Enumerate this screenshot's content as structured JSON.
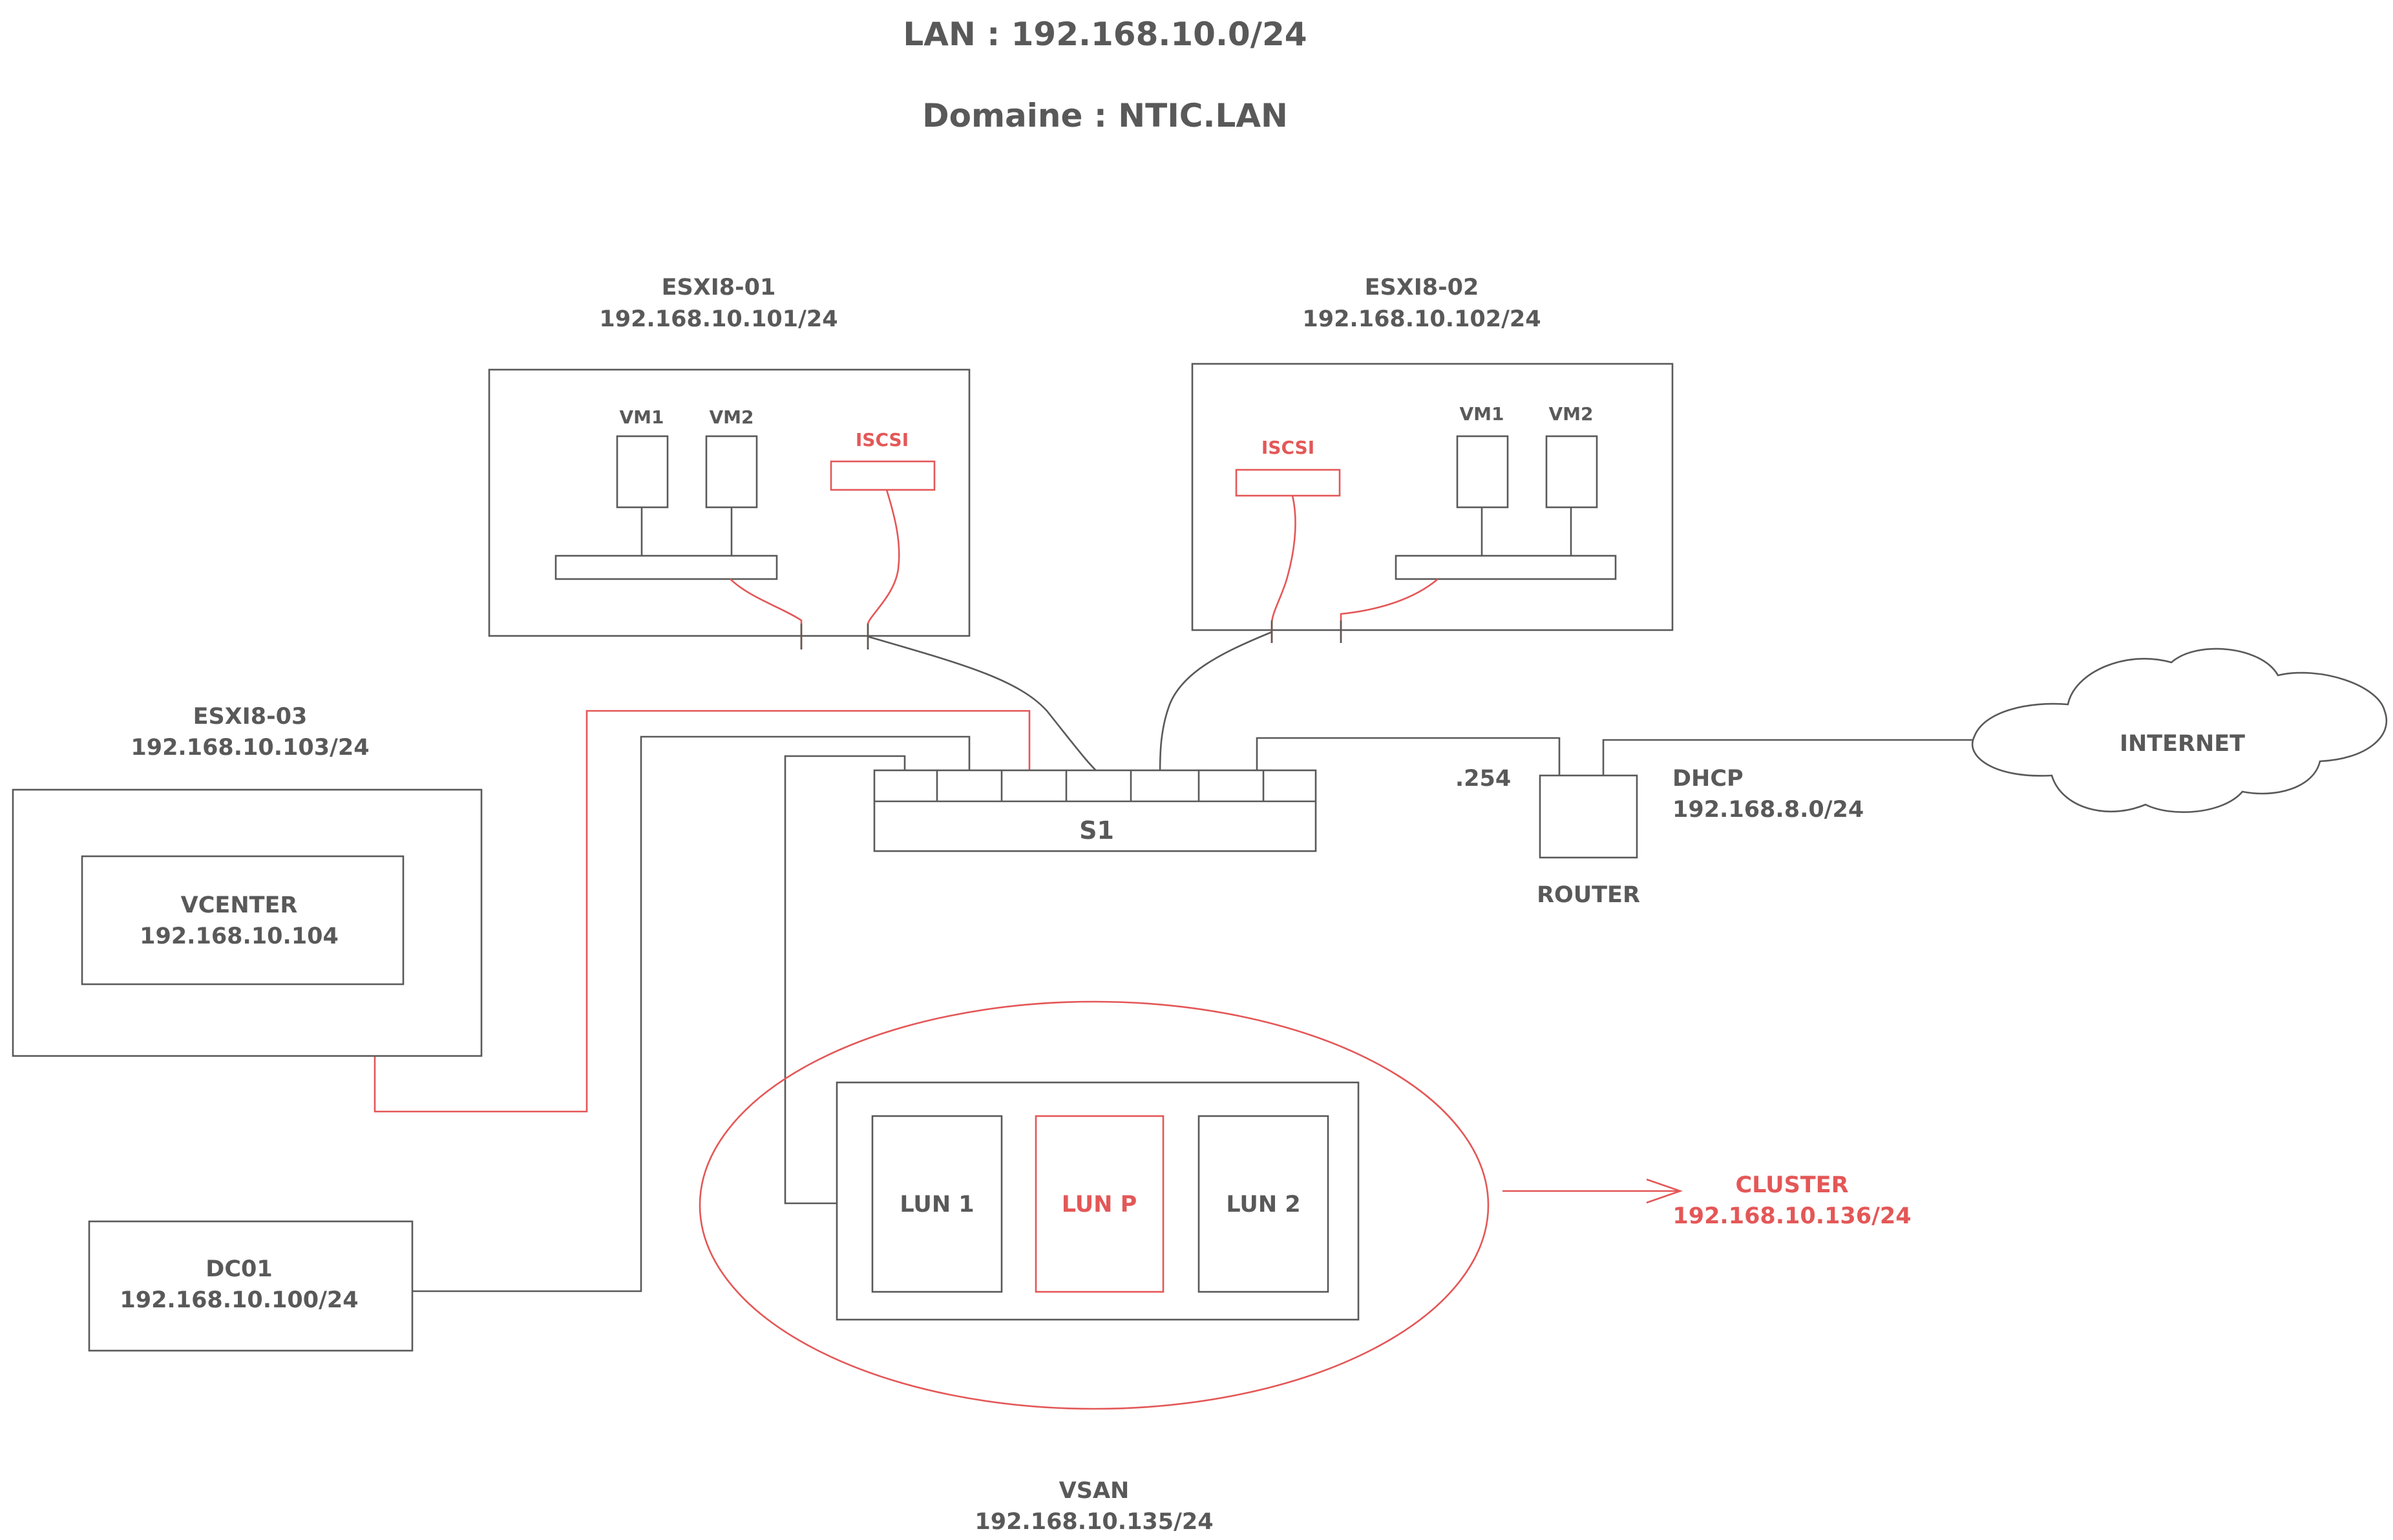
{
  "header": {
    "lan": "LAN : 192.168.10.0/24",
    "domain": "Domaine : NTIC.LAN"
  },
  "colors": {
    "line": "#595959",
    "accent": "#e45757",
    "background": "#ffffff"
  },
  "esxi01": {
    "name": "ESXI8-01",
    "ip": "192.168.10.101/24",
    "vm1": "VM1",
    "vm2": "VM2",
    "iscsi": "ISCSI"
  },
  "esxi02": {
    "name": "ESXI8-02",
    "ip": "192.168.10.102/24",
    "vm1": "VM1",
    "vm2": "VM2",
    "iscsi": "ISCSI"
  },
  "esxi03": {
    "name": "ESXI8-03",
    "ip": "192.168.10.103/24"
  },
  "vcenter": {
    "name": "VCENTER",
    "ip": "192.168.10.104"
  },
  "dc01": {
    "name": "DC01",
    "ip": "192.168.10.100/24"
  },
  "switch": {
    "name": "S1"
  },
  "router": {
    "name": "ROUTER",
    "gateway": ".254",
    "dhcp_label": "DHCP",
    "dhcp_network": "192.168.8.0/24"
  },
  "internet": {
    "label": "INTERNET",
    "icon": "cloud-icon"
  },
  "vsan": {
    "name": "VSAN",
    "ip": "192.168.10.135/24",
    "luns": [
      "LUN 1",
      "LUN P",
      "LUN 2"
    ]
  },
  "cluster": {
    "name": "CLUSTER",
    "ip": "192.168.10.136/24"
  }
}
